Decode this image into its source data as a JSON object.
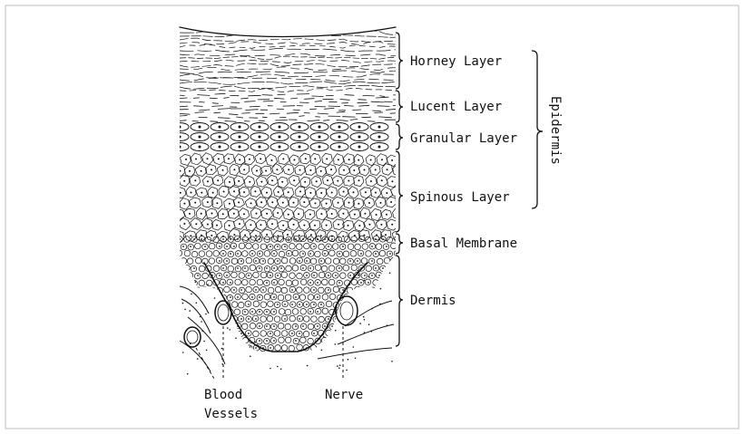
{
  "figure": {
    "colors": {
      "ink": "#111111",
      "paper": "#ffffff",
      "border": "#bdbdbd"
    },
    "labels": {
      "horney": "Horney Layer",
      "lucent": "Lucent Layer",
      "granular": "Granular Layer",
      "spinous": "Spinous Layer",
      "basal": "Basal Membrane",
      "dermis": "Dermis",
      "epidermis": "Epidermis",
      "blood_line1": "Blood",
      "blood_line2": "Vessels",
      "nerve": "Nerve"
    }
  }
}
